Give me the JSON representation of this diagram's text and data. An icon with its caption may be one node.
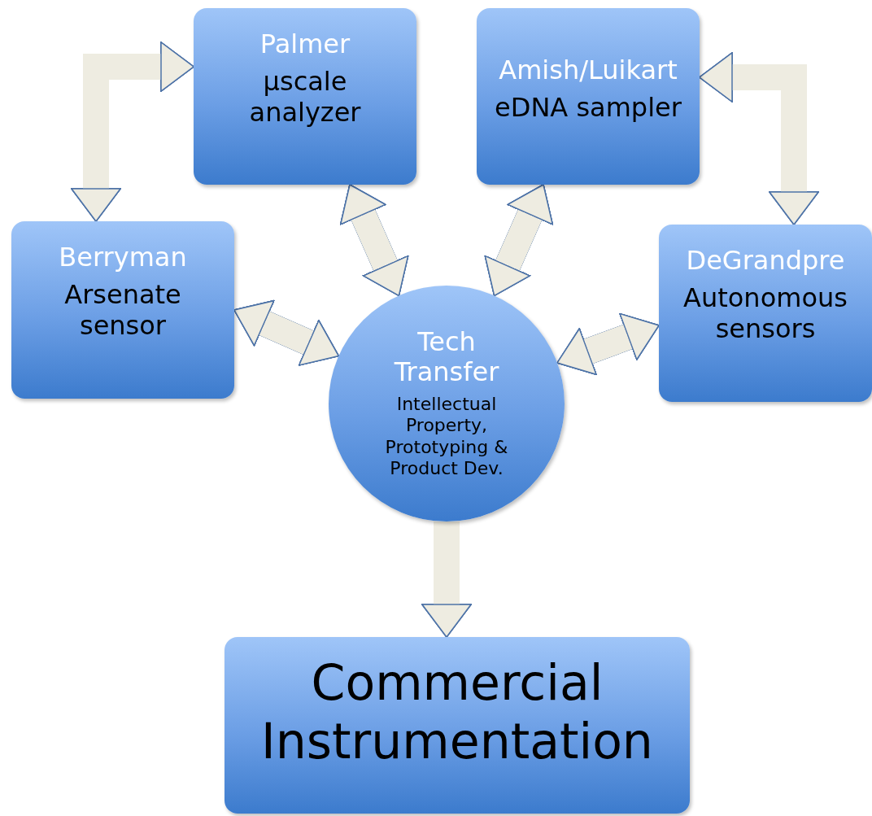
{
  "diagram": {
    "nodes": [
      {
        "text": [
          "Palmer",
          "µscale analyzer"
        ]
      },
      {
        "text": [
          "Amish/Luikart",
          "eDNA sampler"
        ]
      },
      {
        "text": [
          "Berryman",
          "Arsenate sensor"
        ]
      },
      {
        "text": [
          "Tech Transfer",
          "Intellectual Property, Prototyping & Product Dev."
        ]
      },
      {
        "text": [
          "DeGrandpre",
          "Autonomous sensors"
        ]
      },
      {
        "text": [
          "Commercial Instrumentation"
        ]
      }
    ],
    "edges": [
      {
        "from": 0,
        "to": 2,
        "arrow": "both"
      },
      {
        "from": 1,
        "to": 4,
        "arrow": "both"
      },
      {
        "from": 0,
        "to": 3,
        "arrow": "both"
      },
      {
        "from": 1,
        "to": 3,
        "arrow": "both"
      },
      {
        "from": 2,
        "to": 3,
        "arrow": "both"
      },
      {
        "from": 4,
        "to": 3,
        "arrow": "both"
      },
      {
        "from": 3,
        "to": 5,
        "arrow": "to"
      }
    ]
  }
}
